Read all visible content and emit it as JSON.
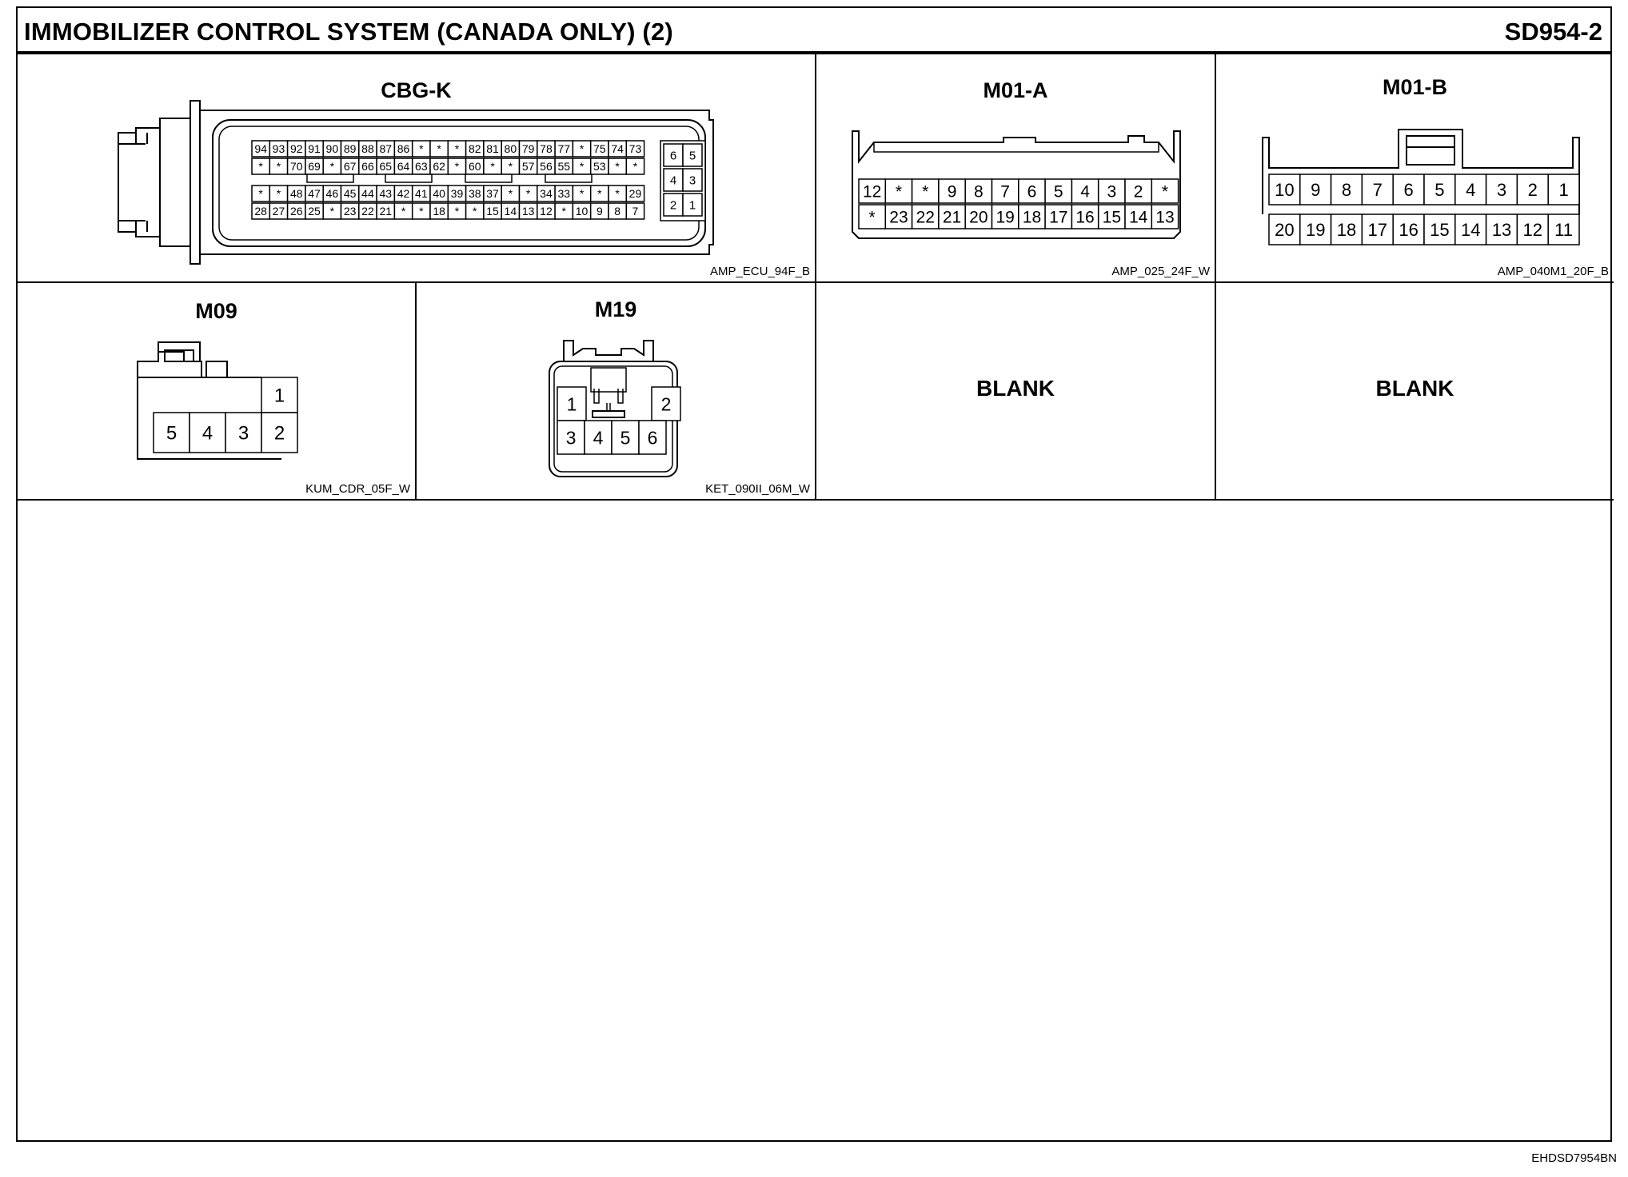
{
  "title": "IMMOBILIZER CONTROL SYSTEM (CANADA ONLY) (2)",
  "code": "SD954-2",
  "footer_code": "EHDSD7954BN",
  "connectors": {
    "cbgk": {
      "name": "CBG-K",
      "code": "AMP_ECU_94F_B",
      "rows": [
        [
          "94",
          "93",
          "92",
          "91",
          "90",
          "89",
          "88",
          "87",
          "86",
          "*",
          "*",
          "*",
          "82",
          "81",
          "80",
          "79",
          "78",
          "77",
          "*",
          "75",
          "74",
          "73"
        ],
        [
          "*",
          "*",
          "70",
          "69",
          "*",
          "67",
          "66",
          "65",
          "64",
          "63",
          "62",
          "*",
          "60",
          "*",
          "*",
          "57",
          "56",
          "55",
          "*",
          "53",
          "*",
          "*"
        ],
        [
          "*",
          "*",
          "48",
          "47",
          "46",
          "45",
          "44",
          "43",
          "42",
          "41",
          "40",
          "39",
          "38",
          "37",
          "*",
          "*",
          "34",
          "33",
          "*",
          "*",
          "*",
          "29"
        ],
        [
          "28",
          "27",
          "26",
          "25",
          "*",
          "23",
          "22",
          "21",
          "*",
          "*",
          "18",
          "*",
          "*",
          "15",
          "14",
          "13",
          "12",
          "*",
          "10",
          "9",
          "8",
          "7"
        ]
      ],
      "side_pins": [
        [
          "6",
          "5"
        ],
        [
          "4",
          "3"
        ],
        [
          "2",
          "1"
        ]
      ]
    },
    "m01a": {
      "name": "M01-A",
      "code": "AMP_025_24F_W",
      "rows": [
        [
          "12",
          "*",
          "*",
          "9",
          "8",
          "7",
          "6",
          "5",
          "4",
          "3",
          "2",
          "*"
        ],
        [
          "*",
          "23",
          "22",
          "21",
          "20",
          "19",
          "18",
          "17",
          "16",
          "15",
          "14",
          "13"
        ]
      ]
    },
    "m01b": {
      "name": "M01-B",
      "code": "AMP_040M1_20F_B",
      "rows": [
        [
          "10",
          "9",
          "8",
          "7",
          "6",
          "5",
          "4",
          "3",
          "2",
          "1"
        ],
        [
          "20",
          "19",
          "18",
          "17",
          "16",
          "15",
          "14",
          "13",
          "12",
          "11"
        ]
      ]
    },
    "m09": {
      "name": "M09",
      "code": "KUM_CDR_05F_W",
      "top_pin": "1",
      "bottom_pins": [
        "5",
        "4",
        "3",
        "2"
      ]
    },
    "m19": {
      "name": "M19",
      "code": "KET_090II_06M_W",
      "upper_pins": [
        "1",
        "2"
      ],
      "lower_pins": [
        "3",
        "4",
        "5",
        "6"
      ]
    }
  },
  "blank_label": "BLANK"
}
